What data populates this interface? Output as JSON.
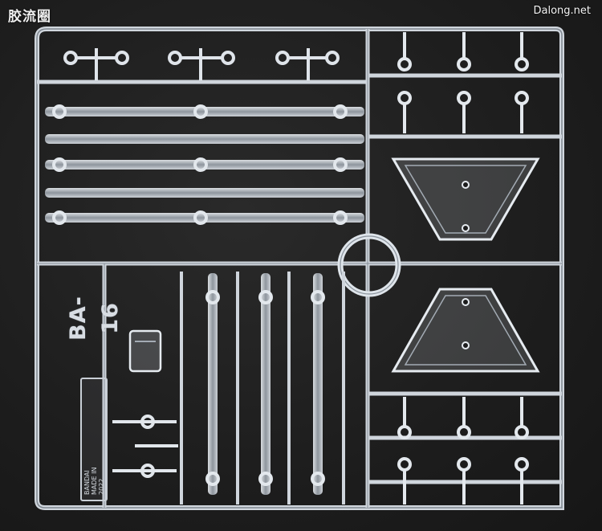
{
  "photo": {
    "subject": "transparent plastic model kit runner",
    "colors": {
      "background": "#1c1c1c",
      "plastic": "#c8ced6",
      "plastic_highlight": "#eef2f6",
      "plastic_shadow": "#7d858e"
    }
  },
  "watermarks": {
    "left": "胶流圈",
    "right": "Dalong.net"
  },
  "runner": {
    "code": "BA-16",
    "plate_lines": [
      "BANDAI",
      "MADE IN",
      "2022"
    ]
  }
}
